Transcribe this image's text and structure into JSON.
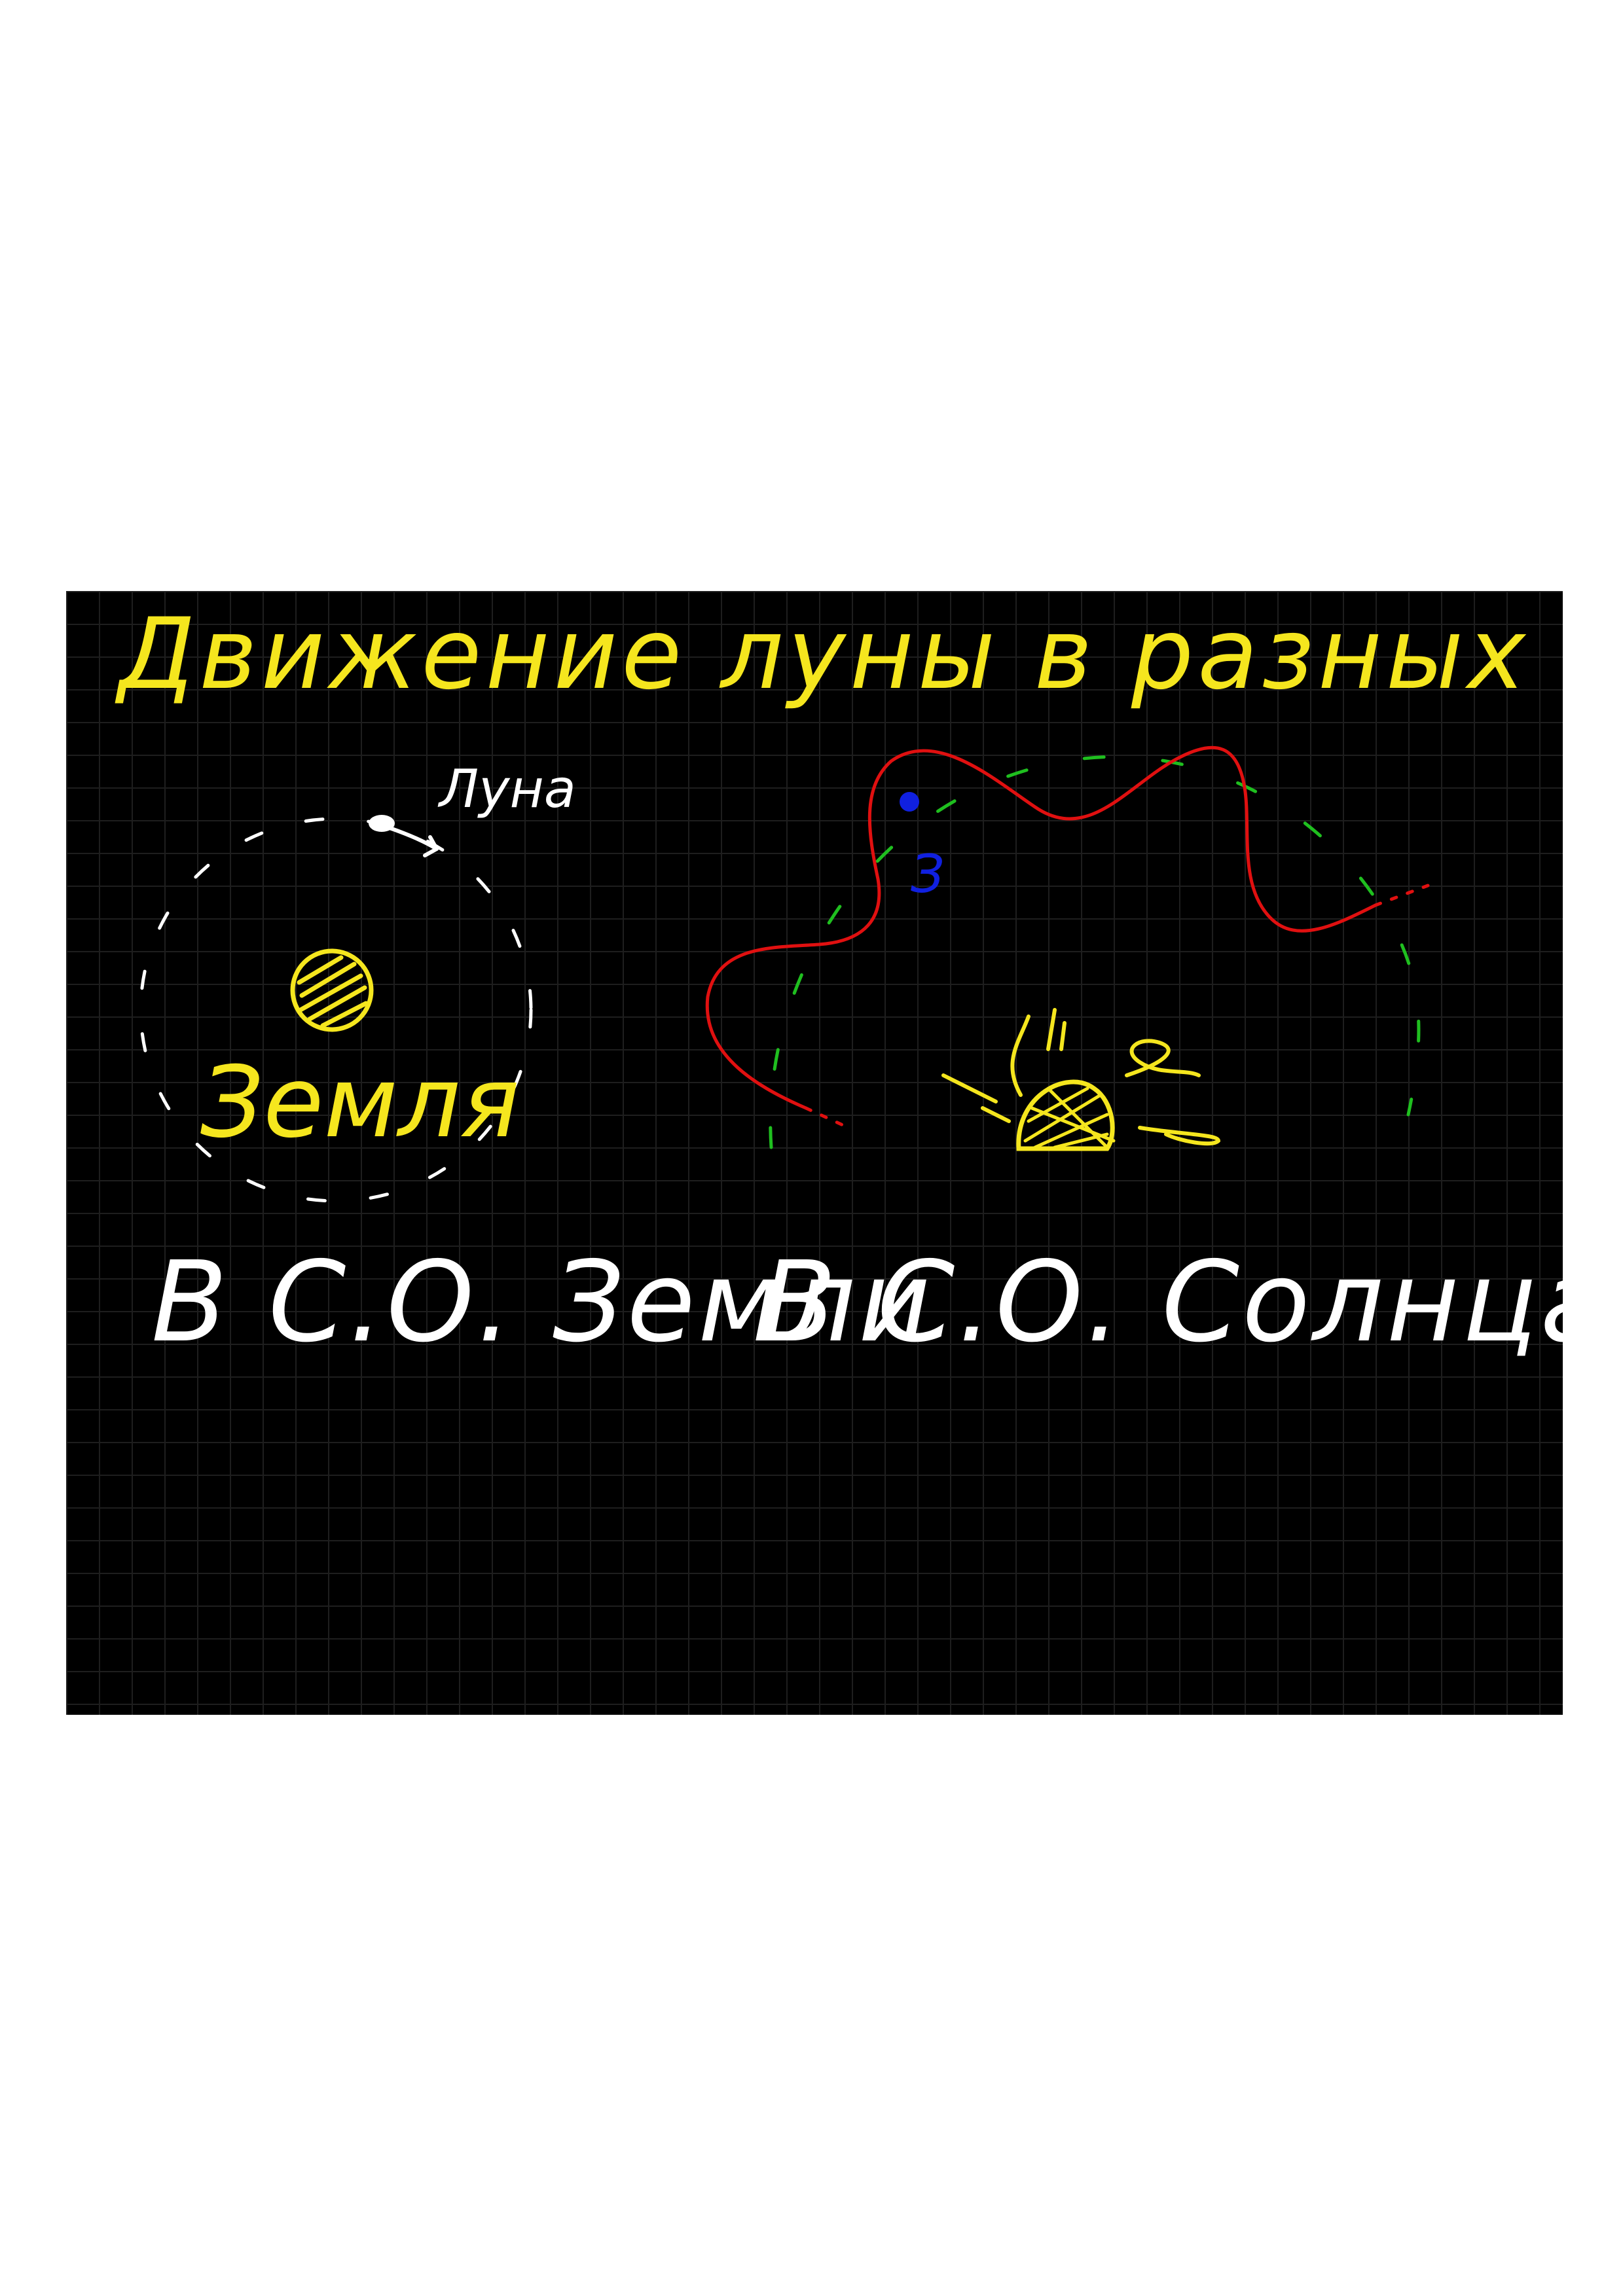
{
  "title": "Движение луны в разных С.О:",
  "left_diagram": {
    "moon_label": "Луна",
    "earth_label": "Земля",
    "caption": "В С.О. Земли"
  },
  "right_diagram": {
    "earth_marker": "З",
    "caption": "В С.О. Солнца"
  },
  "colors": {
    "board": "#000000",
    "grid": "#1e1e1e",
    "title": "#f5e61e",
    "earth": "#f5e61e",
    "sun": "#f5e61e",
    "moon_path_sun_frame": "#e01010",
    "earth_orbit": "#1fbf1f",
    "earth_dot": "#1020e0",
    "chalk": "#ffffff"
  }
}
